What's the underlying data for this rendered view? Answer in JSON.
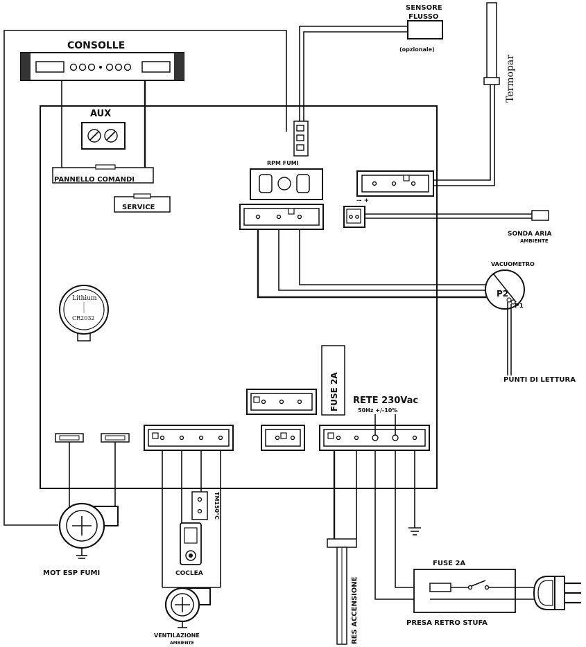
{
  "labels": {
    "consolle": "CONSOLLE",
    "sensore_flusso_l1": "SENSORE",
    "sensore_flusso_l2": "FLUSSO",
    "opzionale": "(opzionale)",
    "termopar": "Termopar",
    "aux": "AUX",
    "pannello_comandi": "PANNELLO COMANDI",
    "service": "SERVICE",
    "rpm_fumi": "RPM FUMI",
    "sonda_aria_l1": "SONDA ARIA",
    "sonda_aria_l2": "AMBIENTE",
    "vacuometro": "VACUOMETRO",
    "p1": "P1",
    "p2": "P2",
    "lithium": "Lithium",
    "cr2032": "CR2032",
    "punti_di_lettura": "PUNTI DI LETTURA",
    "fuse_2a_board": "FUSE 2A",
    "rete": "RETE 230Vac",
    "rete_freq": "50Hz +/-10%",
    "tm": "TM150°C",
    "coclea": "COCLEA",
    "mot_esp_fumi": "MOT ESP FUMI",
    "ventilazione_l1": "VENTILAZIONE",
    "ventilazione_l2": "AMBIENTE",
    "res_accensione": "RES ACCENSIONE",
    "fuse_2a_plug": "FUSE 2A",
    "presa_retro_stufa": "PRESA RETRO STUFA",
    "polarity": "-- +"
  }
}
